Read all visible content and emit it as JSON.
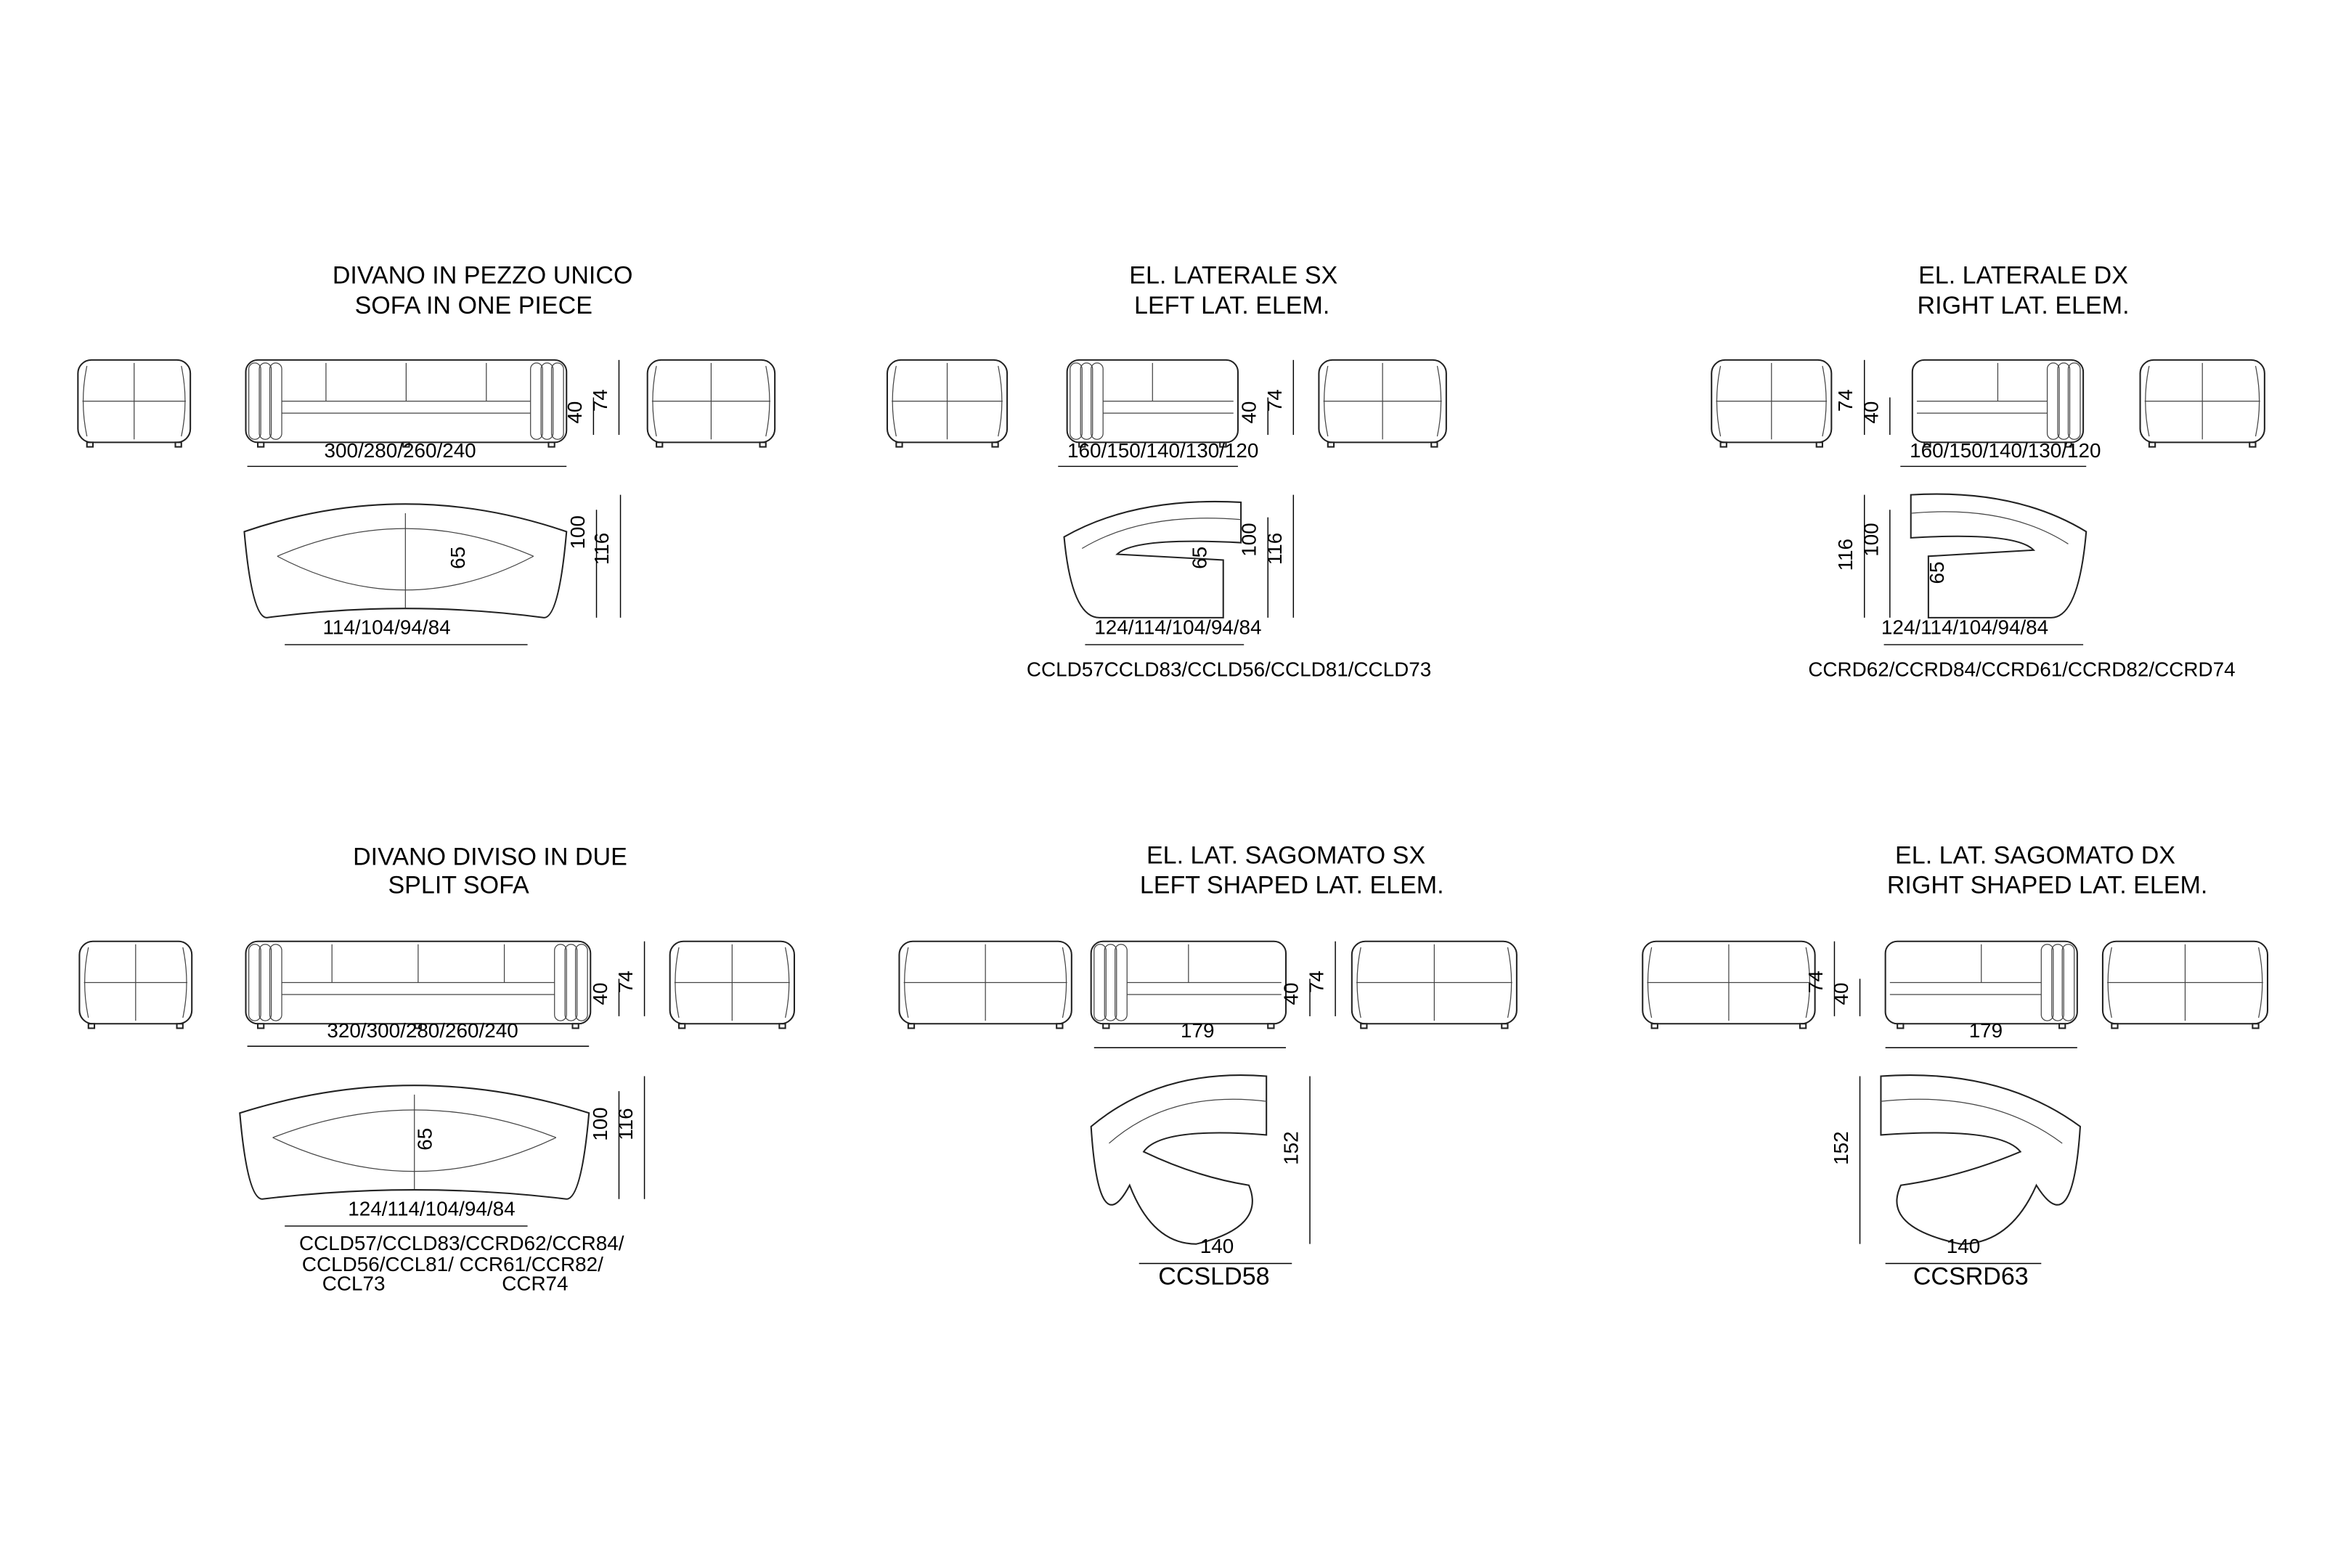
{
  "panels": [
    {
      "title_it": "DIVANO IN PEZZO UNICO",
      "title_en": "SOFA IN ONE PIECE",
      "width_label": "300/280/260/240",
      "seat_h": "40",
      "total_h": "74",
      "seat_d": "65",
      "depth_a": "100",
      "depth_b": "116",
      "plan_width": "114/104/94/84",
      "codes": []
    },
    {
      "title_it": "EL. LATERALE SX",
      "title_en": "LEFT LAT. ELEM.",
      "width_label": "160/150/140/130/120",
      "seat_h": "40",
      "total_h": "74",
      "seat_d": "65",
      "depth_a": "100",
      "depth_b": "116",
      "plan_width": "124/114/104/94/84",
      "codes": [
        "CCLD57CCLD83/CCLD56/CCLD81/CCLD73"
      ]
    },
    {
      "title_it": "EL. LATERALE DX",
      "title_en": "RIGHT LAT. ELEM.",
      "width_label": "160/150/140/130/120",
      "seat_h": "40",
      "total_h": "74",
      "seat_d": "65",
      "depth_a": "100",
      "depth_b": "116",
      "plan_width": "124/114/104/94/84",
      "codes": [
        "CCRD62/CCRD84/CCRD61/CCRD82/CCRD74"
      ]
    },
    {
      "title_it": "DIVANO DIVISO IN DUE",
      "title_en": "SPLIT SOFA",
      "width_label": "320/300/280/260/240",
      "seat_h": "40",
      "total_h": "74",
      "seat_d": "65",
      "depth_a": "100",
      "depth_b": "116",
      "plan_width": "124/114/104/94/84",
      "codes": [
        "CCLD57/CCLD83/CCRD62/CCR84/",
        "CCLD56/CCL81/ CCR61/CCR82/",
        "CCL73",
        "CCR74"
      ]
    },
    {
      "title_it": "EL. LAT. SAGOMATO SX",
      "title_en": "LEFT SHAPED LAT. ELEM.",
      "width_label": "179",
      "seat_h": "40",
      "total_h": "74",
      "depth_b": "152",
      "plan_width": "140",
      "codes": [
        "CCSLD58"
      ]
    },
    {
      "title_it": "EL. LAT. SAGOMATO DX",
      "title_en": "RIGHT SHAPED LAT. ELEM.",
      "width_label": "179",
      "seat_h": "40",
      "total_h": "74",
      "depth_b": "152",
      "plan_width": "140",
      "codes": [
        "CCSRD63"
      ]
    }
  ]
}
